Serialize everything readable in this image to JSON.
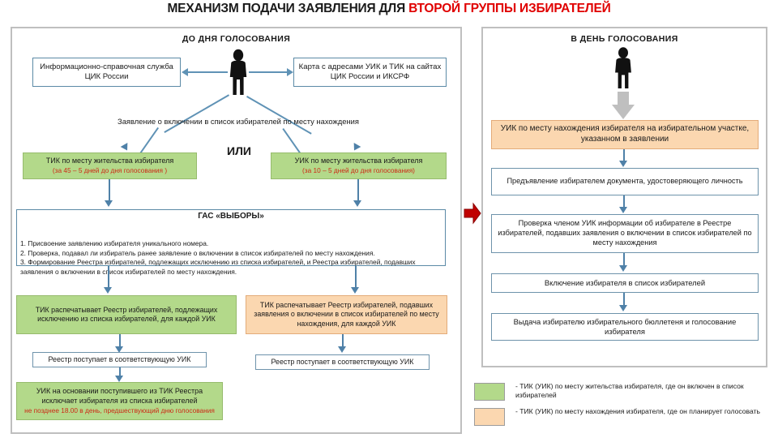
{
  "title": {
    "main": "МЕХАНИЗМ ПОДАЧИ ЗАЯВЛЕНИЯ ДЛЯ ",
    "highlight": "ВТОРОЙ ГРУППЫ ИЗБИРАТЕЛЕЙ",
    "highlight_color": "#e00000"
  },
  "panels": {
    "left_heading": "ДО ДНЯ ГОЛОСОВАНИЯ",
    "right_heading": "В ДЕНЬ ГОЛОСОВАНИЯ"
  },
  "left": {
    "info_service": "Информационно-справочная служба ЦИК России",
    "map_service": "Карта с адресами УИК и ТИК на сайтах ЦИК России и ИКСРФ",
    "application_label": "Заявление о включении в список избирателей по месту нахождения",
    "or_label": "ИЛИ",
    "tik_residence": {
      "main": "ТИК по месту жительства избирателя",
      "note": "(за 45 – 5 дней до дня голосования )"
    },
    "uik_residence": {
      "main": "УИК по месту жительства избирателя",
      "note": "(за 10 – 5 дней до дня голосования)"
    },
    "gas": {
      "title": "ГАС «ВЫБОРЫ»",
      "items": [
        "1. Присвоение заявлению избирателя уникального номера.",
        "2. Проверка, подавал ли избиратель ранее заявление о включении в список избирателей по месту нахождения.",
        "3. Формирование Реестра избирателей, подлежащих исключению из списка избирателей, и Реестра избирателей, подавших заявления о включении в список избирателей по месту нахождения."
      ]
    },
    "tik_prints_exclusion": "ТИК распечатывает Реестр избирателей, подлежащих исключению из списка избирателей, для каждой УИК",
    "tik_prints_inclusion": "ТИК распечатывает Реестр избирателей, подавших заявления о включении в список избирателей по месту нахождения, для каждой УИК",
    "registry_to_uik_left": "Реестр поступает в соответствующую УИК",
    "registry_to_uik_right": "Реестр поступает в соответствующую УИК",
    "uik_excludes": {
      "main": "УИК на основании поступившего из ТИК Реестра исключает избирателя из списка избирателей",
      "note": "не позднее 18.00 в день, предшествующий дню голосования"
    }
  },
  "right": {
    "uik_location": "УИК по месту нахождения избирателя на избирательном участке, указанном в заявлении",
    "present_document": "Предъявление избирателем документа, удостоверяющего личность",
    "check_registry": "Проверка членом УИК информации об избирателе в Реестре избирателей, подавших заявления о включении в список избирателей по месту нахождения",
    "include_voter": "Включение избирателя в список избирателей",
    "issue_ballot": "Выдача избирателю избирательного бюллетеня и голосование избирателя"
  },
  "legend": [
    {
      "color": "#b3d98a",
      "text": "- ТИК (УИК) по месту жительства избирателя, где он включен в список избирателей"
    },
    {
      "color": "#fbd7b0",
      "text": "- ТИК (УИК) по месту нахождения избирателя, где он планирует голосовать"
    }
  ],
  "icons": {
    "voter_left": "person-silhouette-icon",
    "voter_right": "person-silhouette-icon",
    "transition": "red-right-arrow-icon"
  }
}
